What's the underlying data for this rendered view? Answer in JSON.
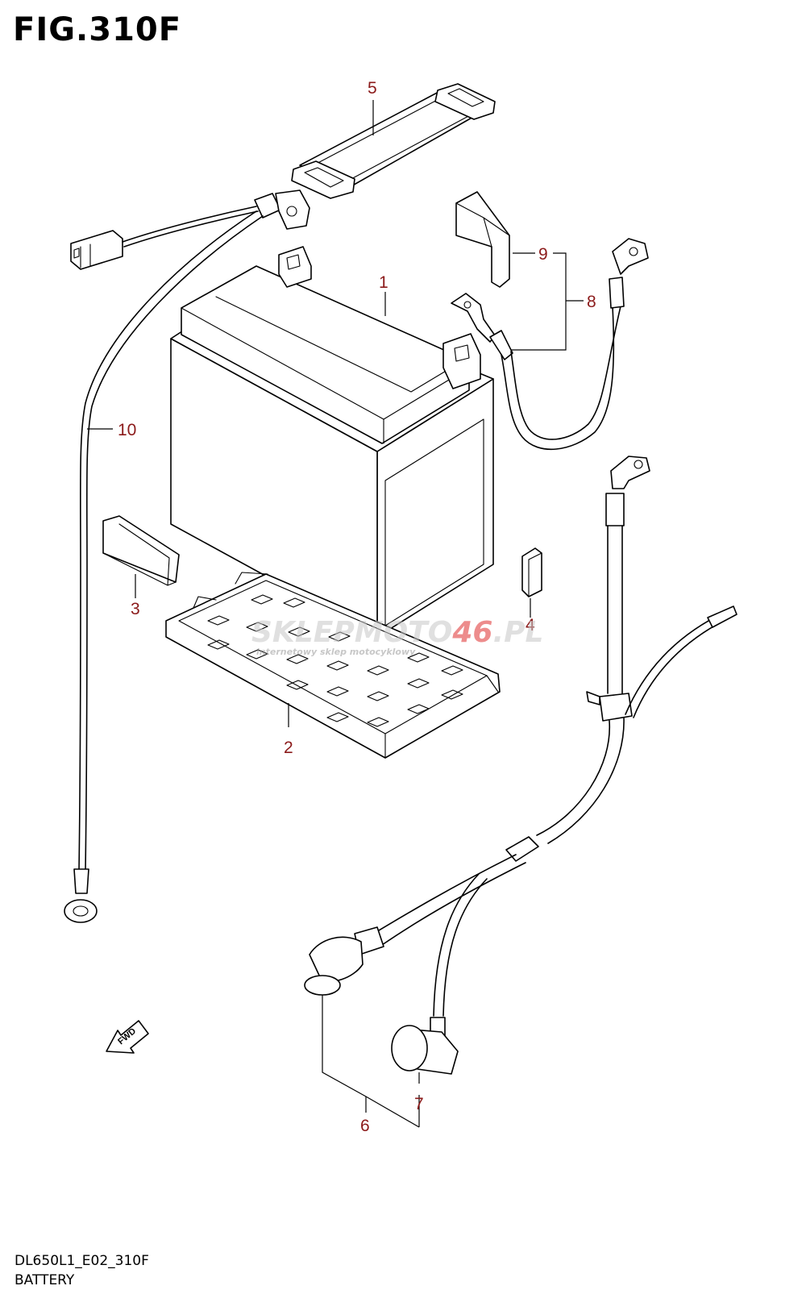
{
  "figure": {
    "title": "FIG.310F"
  },
  "watermark": {
    "brand_prefix": "SKLEPMOTO",
    "brand_number": "46",
    "brand_suffix": ".PL",
    "tagline": "internetowy sklep motocyklowy"
  },
  "callouts": [
    {
      "id": "1",
      "label": "1"
    },
    {
      "id": "2",
      "label": "2"
    },
    {
      "id": "3",
      "label": "3"
    },
    {
      "id": "4",
      "label": "4"
    },
    {
      "id": "5",
      "label": "5"
    },
    {
      "id": "6",
      "label": "6"
    },
    {
      "id": "7",
      "label": "7"
    },
    {
      "id": "8",
      "label": "8"
    },
    {
      "id": "9",
      "label": "9"
    },
    {
      "id": "10",
      "label": "10"
    }
  ],
  "direction_arrow": {
    "label": "FWD"
  },
  "footer": {
    "code": "DL650L1_E02_310F",
    "section": "BATTERY"
  },
  "colors": {
    "callout_text": "#8b1a1a",
    "line": "#000000",
    "watermark_gray": "#c8c8c8",
    "watermark_red": "#e03030"
  }
}
